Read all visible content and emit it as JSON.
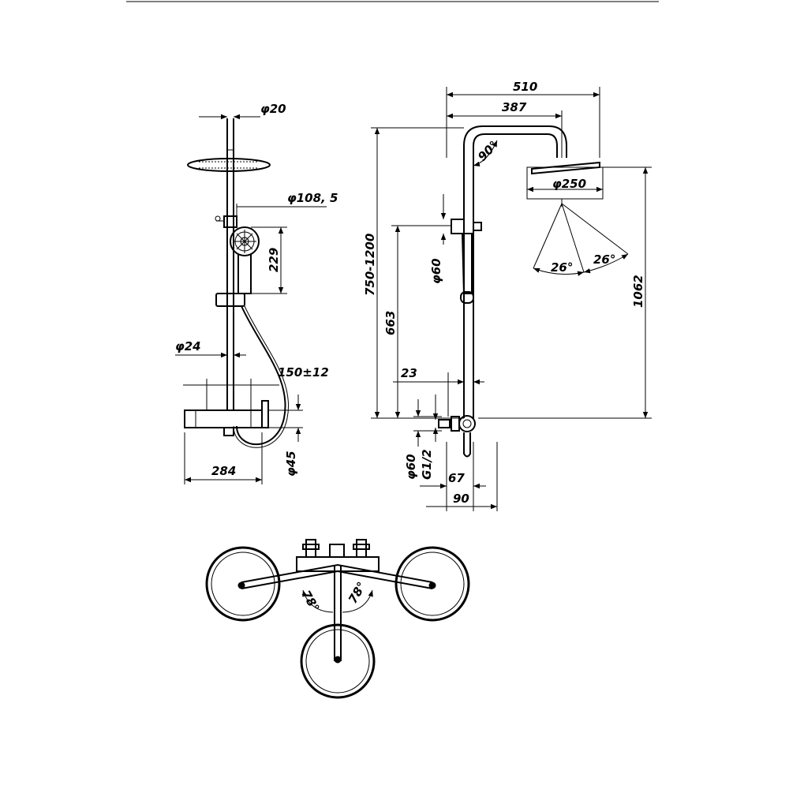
{
  "diagram": {
    "front_view": {
      "rail_diameter": "φ20",
      "handshower_diameter": "φ108, 5",
      "handshower_length": "229",
      "pipe_diameter": "φ24",
      "inlet_centres": "150±12",
      "body_width": "284",
      "body_diameter": "φ45"
    },
    "side_view": {
      "arm_reach": "510",
      "arm_to_head_centre": "387",
      "arm_angle": "90°",
      "head_diameter": "φ250",
      "spray_angle_left": "26°",
      "spray_angle_right": "26°",
      "bracket_diameter": "φ60",
      "height_range": "750-1200",
      "bracket_height": "663",
      "overall_height": "1062",
      "offset": "23",
      "escutcheon_diameter": "φ60",
      "thread": "G1/2",
      "projection_1": "67",
      "projection_2": "90"
    },
    "top_view": {
      "angle_left": "78°",
      "angle_right": "78°"
    }
  }
}
